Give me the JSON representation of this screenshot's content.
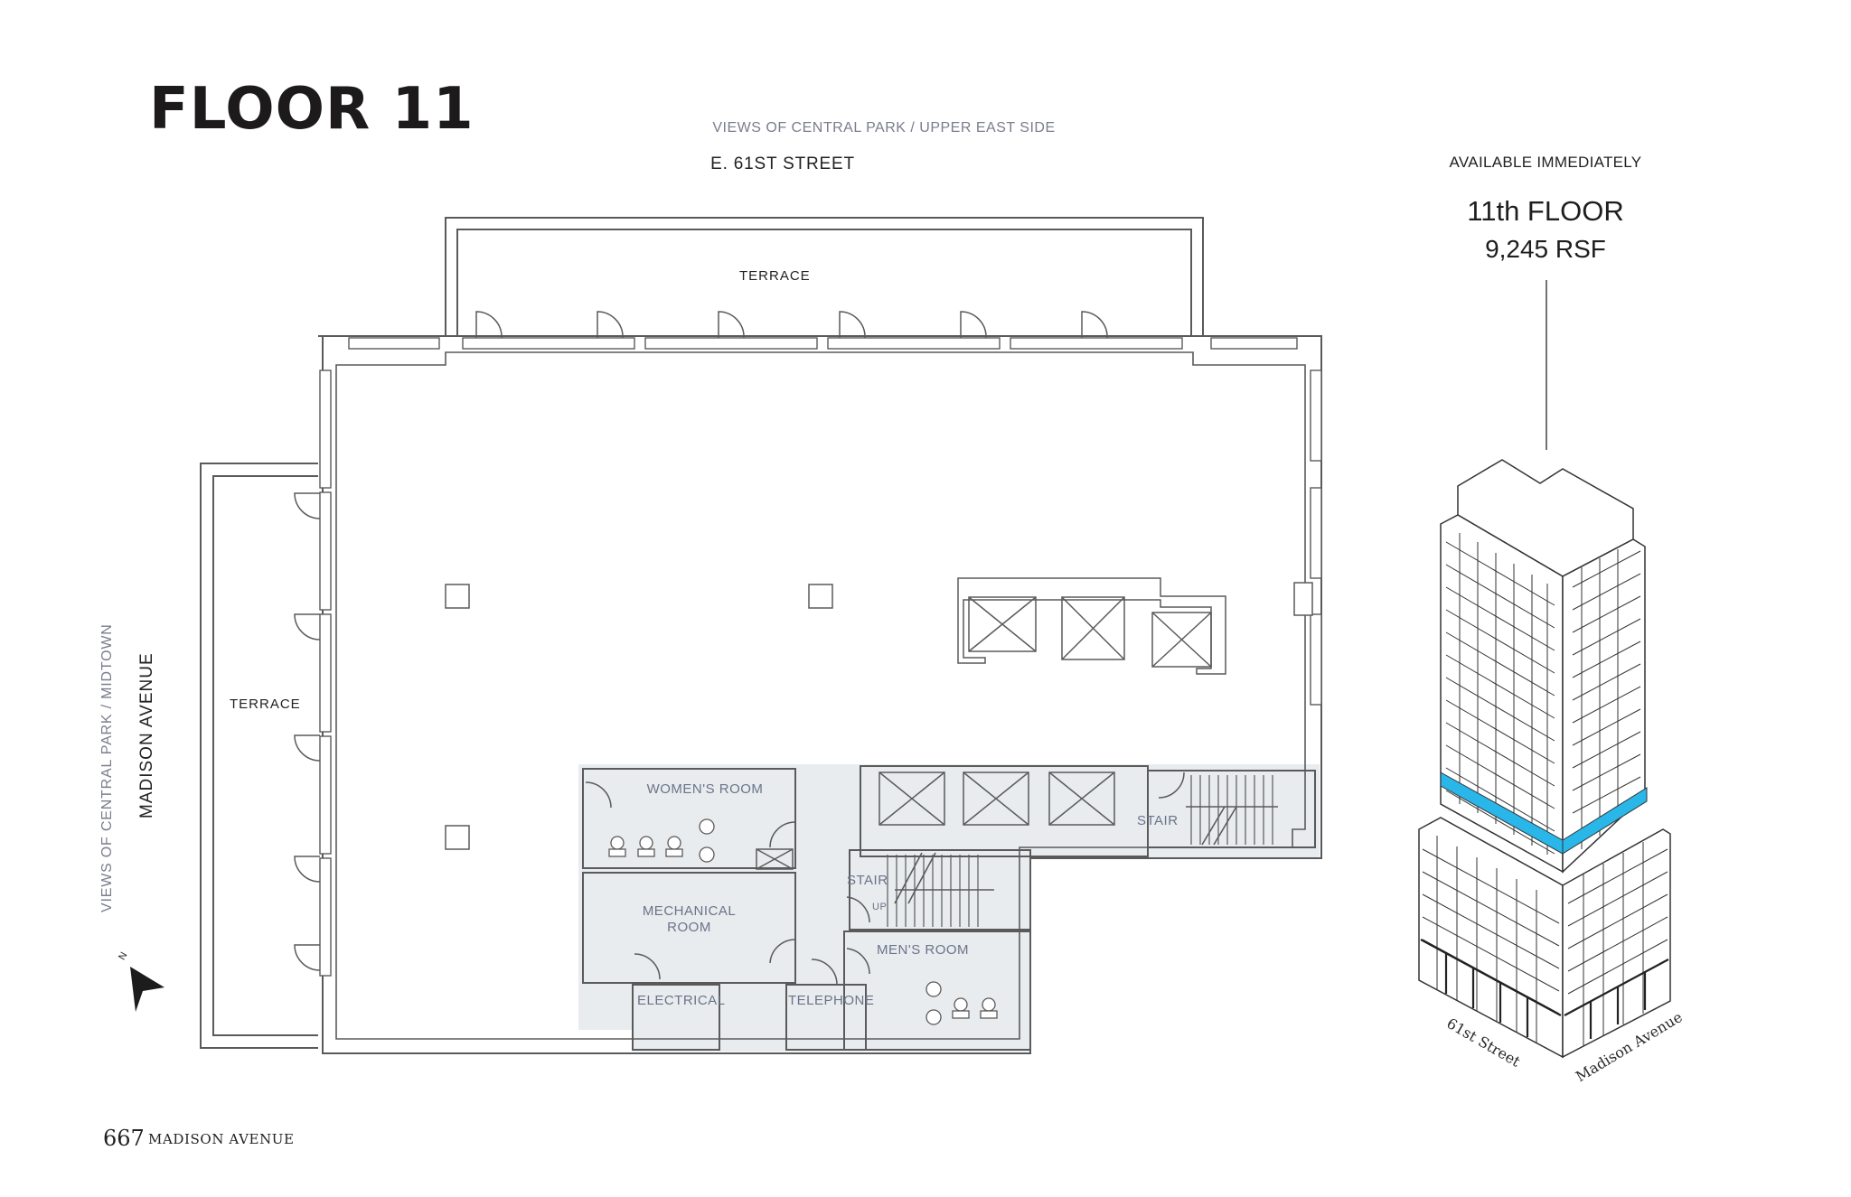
{
  "header": {
    "title": "FLOOR 11",
    "views_top": "VIEWS OF CENTRAL PARK / UPPER EAST SIDE",
    "street_top": "E. 61ST STREET",
    "views_left": "VIEWS OF CENTRAL PARK / MIDTOWN",
    "street_left": "MADISON AVENUE"
  },
  "availability": {
    "status": "AVAILABLE IMMEDIATELY",
    "floor": "11th FLOOR",
    "area": "9,245 RSF"
  },
  "plan": {
    "terrace_top_label": "TERRACE",
    "terrace_left_label": "TERRACE",
    "rooms": {
      "womens_room": "WOMEN'S ROOM",
      "mechanical_line1": "MECHANICAL",
      "mechanical_line2": "ROOM",
      "electrical": "ELECTRICAL",
      "telephone": "TELEPHONE",
      "stair_left": "STAIR",
      "stair_up": "UP",
      "mens_room": "MEN'S ROOM",
      "stair_right": "STAIR"
    },
    "north_label": "N"
  },
  "building": {
    "street_1": "61st Street",
    "street_2": "Madison Avenue",
    "highlight_color": "#29b6e8"
  },
  "colors": {
    "core_fill": "#e8ecef",
    "line": "#5a5a5a",
    "room_text": "#6b7388",
    "accent_blue": "#29b6e8"
  },
  "footer": {
    "number": "667",
    "name": "MADISON AVENUE"
  }
}
